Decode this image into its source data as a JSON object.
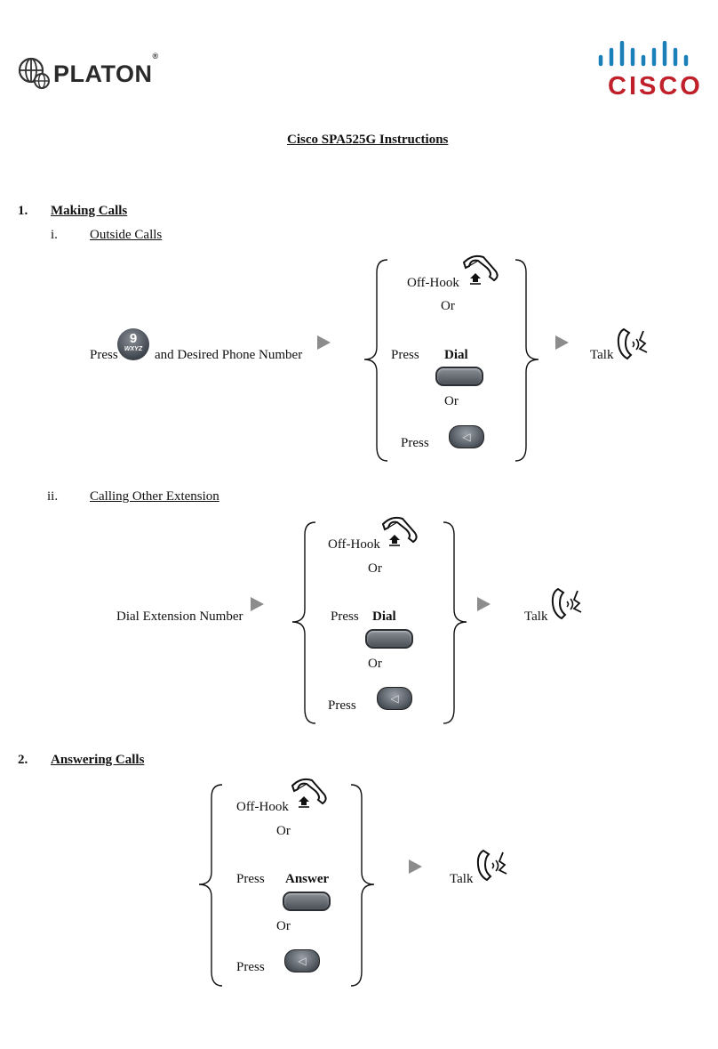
{
  "header": {
    "brand_left": "PLATON",
    "brand_left_mark": "®",
    "brand_right": "CISCO"
  },
  "title": "Cisco SPA525G Instructions",
  "section1": {
    "number": "1.",
    "heading": "Making Calls",
    "sub1": {
      "number": "i.",
      "heading": "Outside Calls",
      "press": "Press",
      "key_digit": "9",
      "key_letters": "WXYZ",
      "desired": "and Desired Phone Number",
      "offhook": "Off-Hook",
      "or1": "Or",
      "press_dial": "Press",
      "dial": "Dial",
      "or2": "Or",
      "press_spk": "Press",
      "talk": "Talk"
    },
    "sub2": {
      "number": "ii.",
      "heading": "Calling Other Extension",
      "dial_ext": "Dial Extension Number",
      "offhook": "Off-Hook",
      "or1": "Or",
      "press_dial": "Press",
      "dial": "Dial",
      "or2": "Or",
      "press_spk": "Press",
      "talk": "Talk"
    }
  },
  "section2": {
    "number": "2.",
    "heading": "Answering Calls",
    "offhook": "Off-Hook",
    "or1": "Or",
    "press_answer": "Press",
    "answer": "Answer",
    "or2": "Or",
    "press_spk": "Press",
    "talk": "Talk"
  },
  "icons": {
    "globe": "globe-icon",
    "cisco_bars": "cisco-bars-icon",
    "handset_lift": "handset-lift-icon",
    "talk": "talk-icon",
    "speaker": "speaker-icon",
    "arrow": "arrow-right-icon"
  },
  "colors": {
    "cisco_red": "#c0202a",
    "cisco_blue": "#1b7fb8",
    "arrow_gray": "#8c8c8c"
  }
}
